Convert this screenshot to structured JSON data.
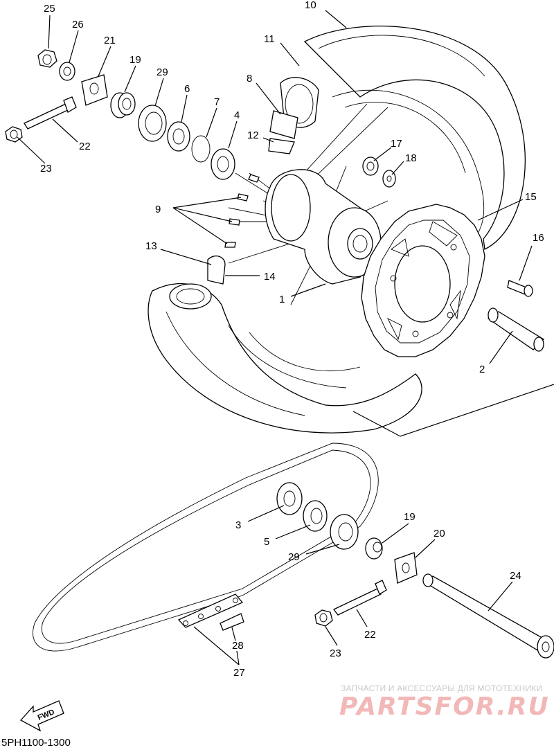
{
  "diagram": {
    "part_numbers": [
      "1",
      "2",
      "3",
      "4",
      "5",
      "6",
      "7",
      "8",
      "9",
      "10",
      "11",
      "12",
      "13",
      "14",
      "15",
      "16",
      "17",
      "18",
      "19",
      "20",
      "21",
      "22",
      "23",
      "24",
      "25",
      "26",
      "27",
      "28",
      "29"
    ],
    "callouts": {
      "c25": "25",
      "c26": "26",
      "c21": "21",
      "c19a": "19",
      "c29a": "29",
      "c6": "6",
      "c7": "7",
      "c4": "4",
      "c22a": "22",
      "c23a": "23",
      "c10": "10",
      "c11": "11",
      "c8": "8",
      "c12": "12",
      "c17": "17",
      "c18": "18",
      "c9": "9",
      "c15": "15",
      "c16": "16",
      "c13": "13",
      "c14": "14",
      "c1": "1",
      "c2": "2",
      "c3": "3",
      "c5": "5",
      "c29b": "29",
      "c19b": "19",
      "c20": "20",
      "c24": "24",
      "c22b": "22",
      "c23b": "23",
      "c28": "28",
      "c27": "27"
    },
    "fwd_label": "FWD",
    "diagram_code": "5PH1100-1300"
  },
  "watermark": {
    "tagline": "ЗАПЧАСТИ И АКСЕССУАРЫ ДЛЯ МОТОТЕХНИКИ",
    "brand": "PARTSFOR.RU",
    "brand_color": "#f2b8b8"
  }
}
